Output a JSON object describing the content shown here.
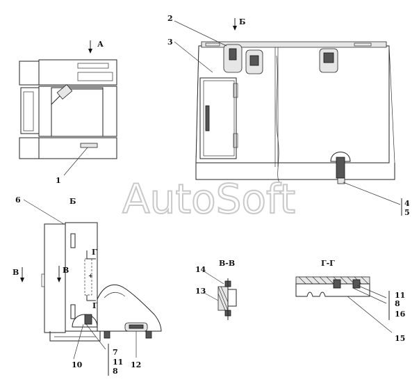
{
  "watermark": "AutoSoft",
  "views": {
    "a": "А",
    "b_top": "Б",
    "b_side": "Б",
    "v_left": "В",
    "v_right": "В",
    "g_left": "Г",
    "g_bottom": "Г"
  },
  "sections": {
    "vv": "В-В",
    "gg": "Г-Г"
  },
  "callouts": [
    "1",
    "2",
    "3",
    "4",
    "5",
    "6",
    "7",
    "8",
    "10",
    "11",
    "12",
    "13",
    "14",
    "15",
    "16"
  ],
  "right_group": {
    "a": "11",
    "b": "8",
    "c": "16"
  },
  "bottom_group": {
    "a": "7",
    "b": "11",
    "c": "8"
  }
}
